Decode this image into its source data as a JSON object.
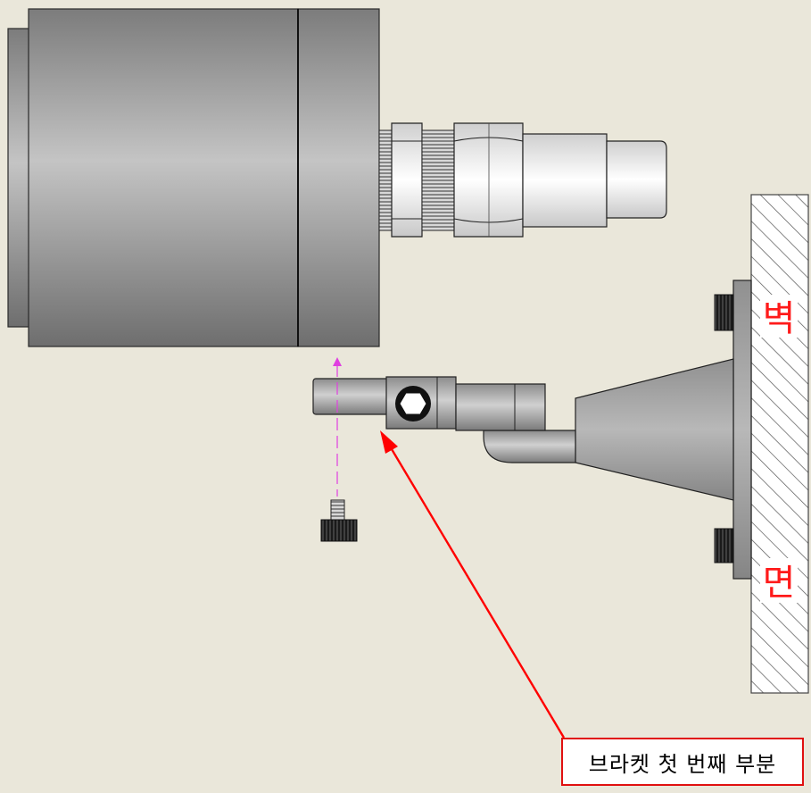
{
  "wall": {
    "label_top": "벽",
    "label_bottom": "면"
  },
  "callout": {
    "label": "브라켓 첫 번째 부분"
  },
  "colors": {
    "background": "#eae7da",
    "metal_dark": "#8a8a8a",
    "metal_light": "#c8c8c8",
    "arrow": "#ff0000",
    "guide_line": "#e040e0"
  }
}
